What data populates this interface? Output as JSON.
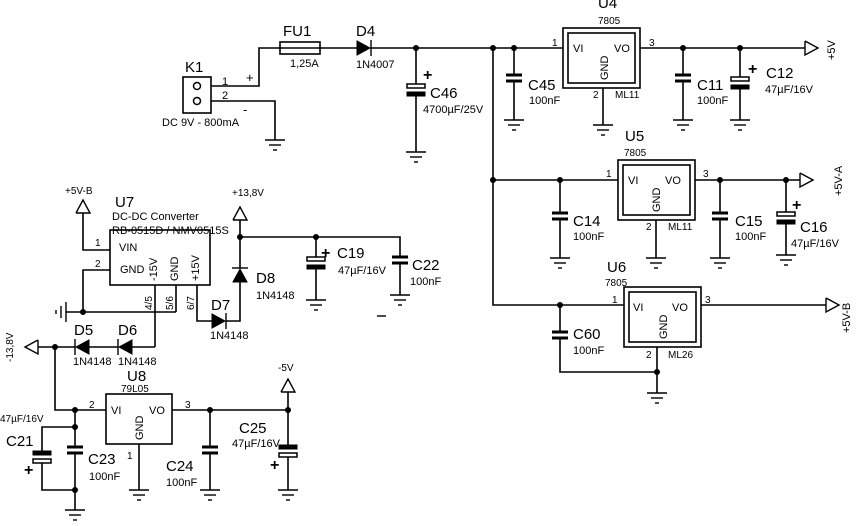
{
  "components": {
    "K1": {
      "ref": "K1",
      "pin1": "1",
      "pin2": "2",
      "plus": "+",
      "minus": "-",
      "spec": "DC 9V - 800mA"
    },
    "FU1": {
      "ref": "FU1",
      "value": "1,25A"
    },
    "D4": {
      "ref": "D4",
      "value": "1N4007"
    },
    "C46": {
      "ref": "C46",
      "value": "4700µF/25V",
      "plus": "+"
    },
    "C45": {
      "ref": "C45",
      "value": "100nF"
    },
    "U4": {
      "ref": "U4",
      "part": "7805",
      "vi": "VI",
      "vo": "VO",
      "gnd": "GND",
      "pin_in": "1",
      "pin_out": "3",
      "pin_gnd": "2",
      "pkg": "ML11"
    },
    "C11": {
      "ref": "C11",
      "value": "100nF"
    },
    "C12": {
      "ref": "C12",
      "value": "47µF/16V",
      "plus": "+"
    },
    "U5": {
      "ref": "U5",
      "part": "7805",
      "vi": "VI",
      "vo": "VO",
      "gnd": "GND",
      "pin_in": "1",
      "pin_out": "3",
      "pin_gnd": "2",
      "pkg": "ML11"
    },
    "C14": {
      "ref": "C14",
      "value": "100nF"
    },
    "C15": {
      "ref": "C15",
      "value": "100nF"
    },
    "C16": {
      "ref": "C16",
      "value": "47µF/16V",
      "plus": "+"
    },
    "U6": {
      "ref": "U6",
      "part": "7805",
      "vi": "VI",
      "vo": "VO",
      "gnd": "GND",
      "pin_in": "1",
      "pin_out": "3",
      "pin_gnd": "2",
      "pkg": "ML26"
    },
    "C60": {
      "ref": "C60",
      "value": "100nF"
    },
    "U7": {
      "ref": "U7",
      "title": "DC-DC Converter",
      "part": "RB-0515D / NMV0515S",
      "vin": "VIN",
      "gnd": "GND",
      "m15": "-15V",
      "gnd2": "GND",
      "p15": "+15V",
      "pin1": "1",
      "pin2": "2",
      "pin45": "4/5",
      "pin56": "5/6",
      "pin67": "6/7"
    },
    "C19": {
      "ref": "C19",
      "value": "47µF/16V",
      "plus": "+"
    },
    "C22": {
      "ref": "C22",
      "value": "100nF"
    },
    "D8": {
      "ref": "D8",
      "value": "1N4148"
    },
    "D7": {
      "ref": "D7",
      "value": "1N4148"
    },
    "D5": {
      "ref": "D5",
      "value": "1N4148"
    },
    "D6": {
      "ref": "D6",
      "value": "1N4148"
    },
    "U8": {
      "ref": "U8",
      "part": "79L05",
      "vi": "VI",
      "vo": "VO",
      "gnd": "GND",
      "pin_in": "2",
      "pin_out": "3",
      "pin_gnd": "1"
    },
    "C21": {
      "ref": "C21",
      "value": "47µF/16V",
      "plus": "+"
    },
    "C23": {
      "ref": "C23",
      "value": "100nF"
    },
    "C24": {
      "ref": "C24",
      "value": "100nF"
    },
    "C25": {
      "ref": "C25",
      "value": "47µF/16V",
      "plus": "+"
    }
  },
  "nets": {
    "p5v": "+5V",
    "p5va": "+5V-A",
    "p5vb": "+5V-B",
    "p5vb_left": "+5V-B",
    "p13_8": "+13,8V",
    "m13_8": "-13,8V",
    "m5v": "-5V"
  }
}
